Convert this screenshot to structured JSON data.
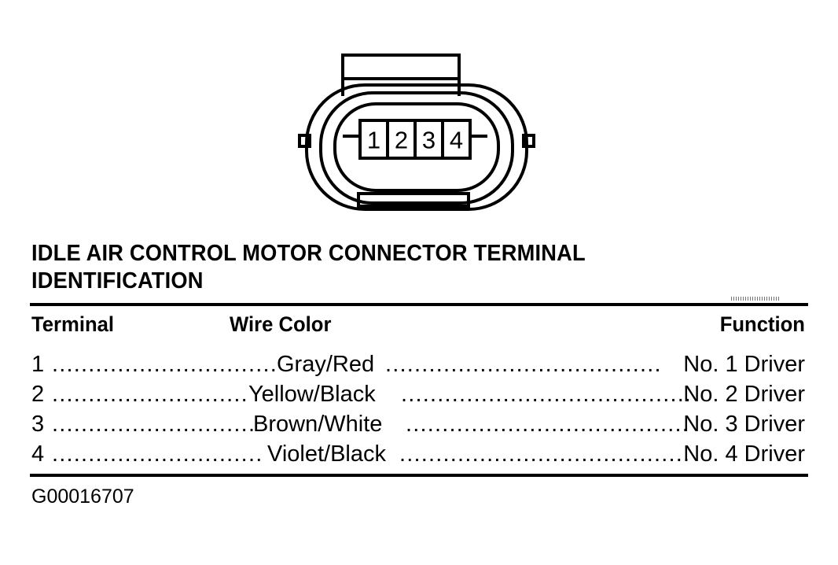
{
  "figure": {
    "name": "idle-air-control-motor-connector",
    "terminal_labels": [
      "1",
      "2",
      "3",
      "4"
    ],
    "line_color": "#000000",
    "background_color": "#ffffff"
  },
  "title": {
    "line1": "IDLE AIR CONTROL MOTOR CONNECTOR TERMINAL",
    "line2": "IDENTIFICATION"
  },
  "table": {
    "headers": {
      "terminal": "Terminal",
      "wire_color": "Wire Color",
      "function": "Function"
    },
    "rows": [
      {
        "terminal": "1",
        "wire_color": "Gray/Red",
        "function": "No. 1 Driver"
      },
      {
        "terminal": "2",
        "wire_color": "Yellow/Black",
        "function": "No. 2 Driver"
      },
      {
        "terminal": "3",
        "wire_color": "Brown/White",
        "function": "No. 3 Driver"
      },
      {
        "terminal": "4",
        "wire_color": "Violet/Black",
        "function": "No. 4 Driver"
      }
    ],
    "leader": "................................................"
  },
  "footer": {
    "figure_code": "G00016707"
  }
}
